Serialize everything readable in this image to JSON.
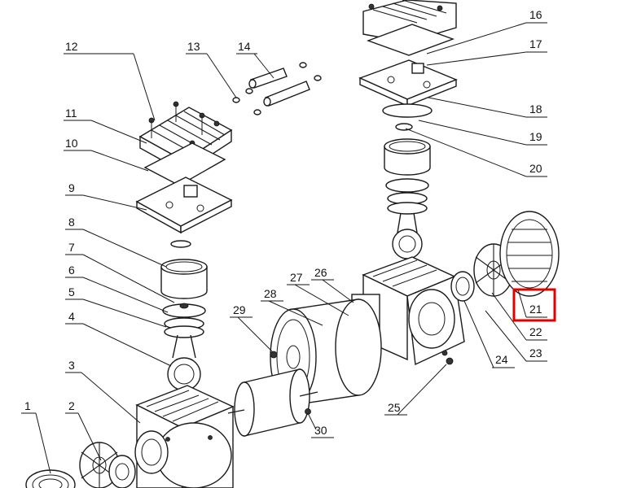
{
  "diagram": {
    "callouts": [
      {
        "id": "1",
        "label": "1"
      },
      {
        "id": "2",
        "label": "2"
      },
      {
        "id": "3",
        "label": "3"
      },
      {
        "id": "4",
        "label": "4"
      },
      {
        "id": "5",
        "label": "5"
      },
      {
        "id": "6",
        "label": "6"
      },
      {
        "id": "7",
        "label": "7"
      },
      {
        "id": "8",
        "label": "8"
      },
      {
        "id": "9",
        "label": "9"
      },
      {
        "id": "10",
        "label": "10"
      },
      {
        "id": "11",
        "label": "11"
      },
      {
        "id": "12",
        "label": "12"
      },
      {
        "id": "13",
        "label": "13"
      },
      {
        "id": "14",
        "label": "14"
      },
      {
        "id": "16",
        "label": "16"
      },
      {
        "id": "17",
        "label": "17"
      },
      {
        "id": "18",
        "label": "18"
      },
      {
        "id": "19",
        "label": "19"
      },
      {
        "id": "20",
        "label": "20"
      },
      {
        "id": "21",
        "label": "21"
      },
      {
        "id": "22",
        "label": "22"
      },
      {
        "id": "23",
        "label": "23"
      },
      {
        "id": "24",
        "label": "24"
      },
      {
        "id": "25",
        "label": "25"
      },
      {
        "id": "26",
        "label": "26"
      },
      {
        "id": "27",
        "label": "27"
      },
      {
        "id": "28",
        "label": "28"
      },
      {
        "id": "29",
        "label": "29"
      },
      {
        "id": "30",
        "label": "30"
      }
    ],
    "highlighted_callout": "21",
    "highlight_color": "#e00000",
    "line_color": "#1a1a1a"
  }
}
